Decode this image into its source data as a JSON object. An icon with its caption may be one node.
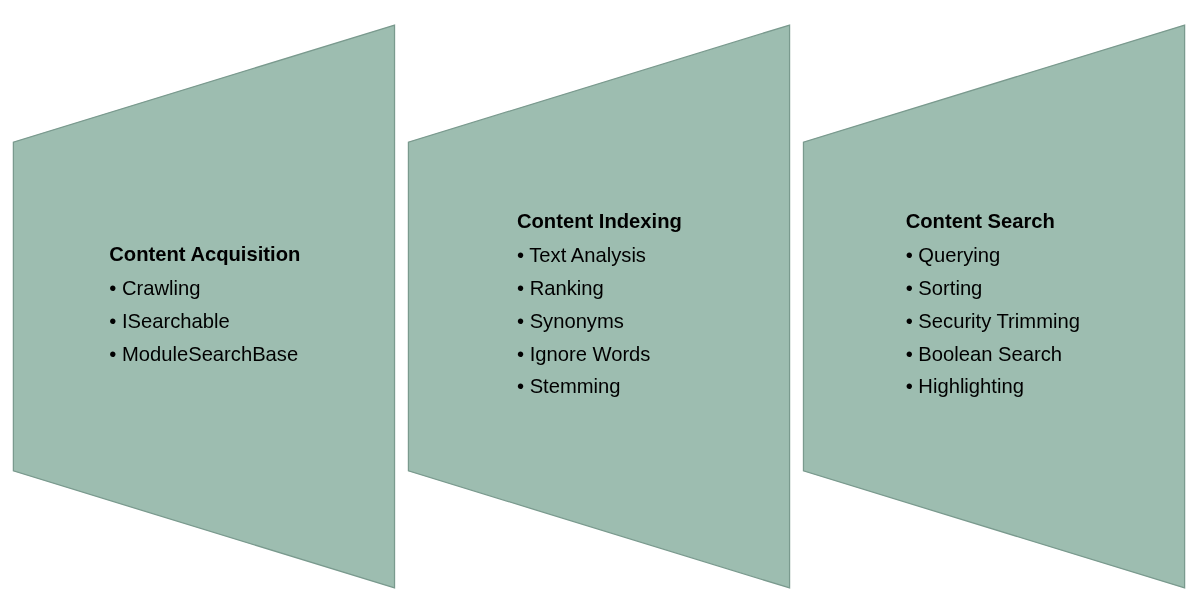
{
  "diagram": {
    "nodes": [
      {
        "text": [
          "Content Acquisition",
          "• Crawling",
          "• ISearchable",
          "• ModuleSearchBase"
        ]
      },
      {
        "text": [
          "Content Indexing",
          "• Text Analysis",
          "• Ranking",
          "• Synonyms",
          "• Ignore Words",
          "• Stemming"
        ]
      },
      {
        "text": [
          "Content Search",
          "• Querying",
          "• Sorting",
          "• Security Trimming",
          "• Boolean Search",
          "• Highlighting"
        ]
      }
    ],
    "edges": []
  }
}
